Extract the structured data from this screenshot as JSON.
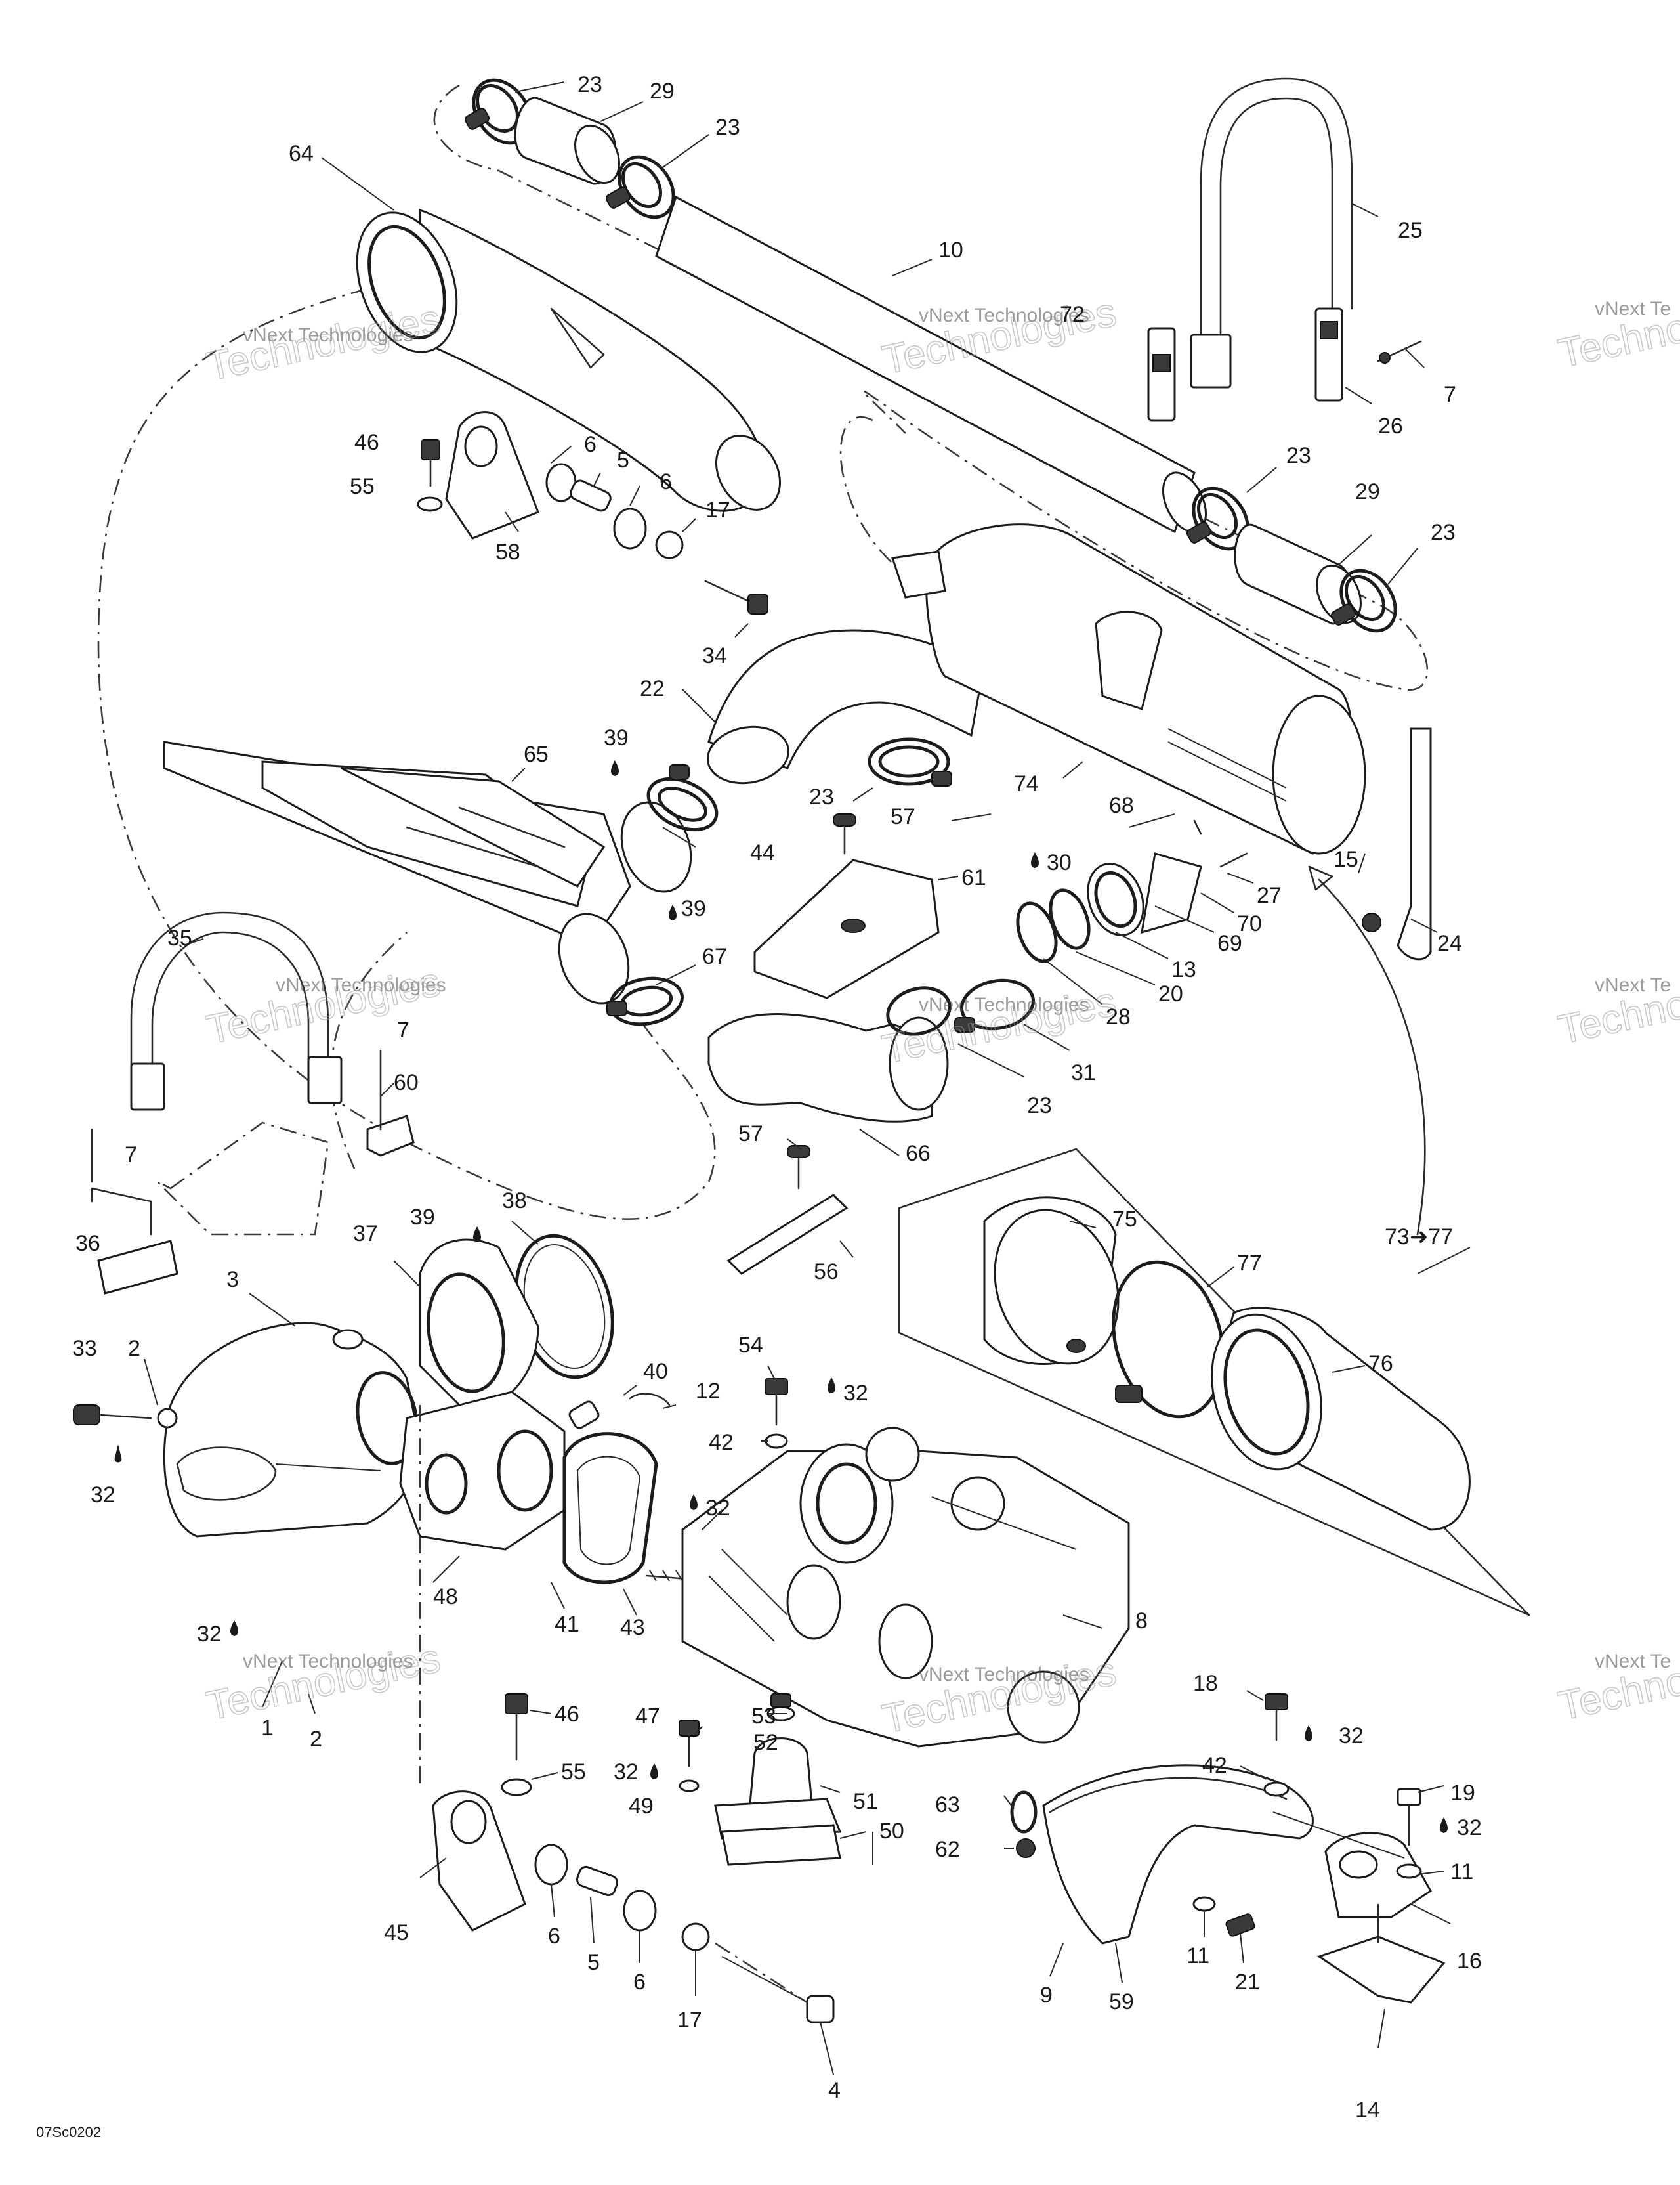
{
  "diagram": {
    "drawing_code": "07Sc0202",
    "group_label": "73➜77",
    "watermark": {
      "line1": "vNext Technologies",
      "line2": "Technologies",
      "partial": "vNext Te",
      "partial_big": "Techno"
    },
    "callouts": [
      {
        "id": "c23a",
        "text": "23"
      },
      {
        "id": "c29a",
        "text": "29"
      },
      {
        "id": "c23b",
        "text": "23"
      },
      {
        "id": "c64",
        "text": "64"
      },
      {
        "id": "c10",
        "text": "10"
      },
      {
        "id": "c25",
        "text": "25"
      },
      {
        "id": "c72",
        "text": "72"
      },
      {
        "id": "c26",
        "text": "26"
      },
      {
        "id": "c7a",
        "text": "7"
      },
      {
        "id": "c46a",
        "text": "46"
      },
      {
        "id": "c6a",
        "text": "6"
      },
      {
        "id": "c5a",
        "text": "5"
      },
      {
        "id": "c6b",
        "text": "6"
      },
      {
        "id": "c55a",
        "text": "55"
      },
      {
        "id": "c17a",
        "text": "17"
      },
      {
        "id": "c58",
        "text": "58"
      },
      {
        "id": "c34",
        "text": "34"
      },
      {
        "id": "c23c",
        "text": "23"
      },
      {
        "id": "c29b",
        "text": "29"
      },
      {
        "id": "c23d",
        "text": "23"
      },
      {
        "id": "c22",
        "text": "22"
      },
      {
        "id": "c65",
        "text": "65"
      },
      {
        "id": "c39a",
        "text": "39"
      },
      {
        "id": "c44",
        "text": "44"
      },
      {
        "id": "c23e",
        "text": "23"
      },
      {
        "id": "c57a",
        "text": "57"
      },
      {
        "id": "c74",
        "text": "74"
      },
      {
        "id": "c68",
        "text": "68"
      },
      {
        "id": "c30",
        "text": "30"
      },
      {
        "id": "c61",
        "text": "61"
      },
      {
        "id": "c15",
        "text": "15"
      },
      {
        "id": "c27",
        "text": "27"
      },
      {
        "id": "c24",
        "text": "24"
      },
      {
        "id": "c70",
        "text": "70"
      },
      {
        "id": "c69",
        "text": "69"
      },
      {
        "id": "c13",
        "text": "13"
      },
      {
        "id": "c20",
        "text": "20"
      },
      {
        "id": "c28",
        "text": "28"
      },
      {
        "id": "c31",
        "text": "31"
      },
      {
        "id": "c23f",
        "text": "23"
      },
      {
        "id": "c39b",
        "text": "39"
      },
      {
        "id": "c67",
        "text": "67"
      },
      {
        "id": "c35",
        "text": "35"
      },
      {
        "id": "c7b",
        "text": "7"
      },
      {
        "id": "c60",
        "text": "60"
      },
      {
        "id": "c7c",
        "text": "7"
      },
      {
        "id": "c66",
        "text": "66"
      },
      {
        "id": "c57b",
        "text": "57"
      },
      {
        "id": "c36",
        "text": "36"
      },
      {
        "id": "c56",
        "text": "56"
      },
      {
        "id": "c75",
        "text": "75"
      },
      {
        "id": "c77",
        "text": "77"
      },
      {
        "id": "c76",
        "text": "76"
      },
      {
        "id": "c37",
        "text": "37"
      },
      {
        "id": "c39c",
        "text": "39"
      },
      {
        "id": "c38",
        "text": "38"
      },
      {
        "id": "c3",
        "text": "3"
      },
      {
        "id": "c33",
        "text": "33"
      },
      {
        "id": "c2a",
        "text": "2"
      },
      {
        "id": "c32a",
        "text": "32"
      },
      {
        "id": "c40",
        "text": "40"
      },
      {
        "id": "c12",
        "text": "12"
      },
      {
        "id": "c54",
        "text": "54"
      },
      {
        "id": "c32b",
        "text": "32"
      },
      {
        "id": "c42a",
        "text": "42"
      },
      {
        "id": "c32c",
        "text": "32"
      },
      {
        "id": "c48",
        "text": "48"
      },
      {
        "id": "c41",
        "text": "41"
      },
      {
        "id": "c43",
        "text": "43"
      },
      {
        "id": "c8",
        "text": "8"
      },
      {
        "id": "c32d",
        "text": "32"
      },
      {
        "id": "c1",
        "text": "1"
      },
      {
        "id": "c2b",
        "text": "2"
      },
      {
        "id": "c46b",
        "text": "46"
      },
      {
        "id": "c55b",
        "text": "55"
      },
      {
        "id": "c47",
        "text": "47"
      },
      {
        "id": "c53",
        "text": "53"
      },
      {
        "id": "c52",
        "text": "52"
      },
      {
        "id": "c32e",
        "text": "32"
      },
      {
        "id": "c49",
        "text": "49"
      },
      {
        "id": "c51",
        "text": "51"
      },
      {
        "id": "c50",
        "text": "50"
      },
      {
        "id": "c18",
        "text": "18"
      },
      {
        "id": "c32f",
        "text": "32"
      },
      {
        "id": "c42b",
        "text": "42"
      },
      {
        "id": "c19",
        "text": "19"
      },
      {
        "id": "c32g",
        "text": "32"
      },
      {
        "id": "c63",
        "text": "63"
      },
      {
        "id": "c11a",
        "text": "11"
      },
      {
        "id": "c62",
        "text": "62"
      },
      {
        "id": "c16",
        "text": "16"
      },
      {
        "id": "c45",
        "text": "45"
      },
      {
        "id": "c6c",
        "text": "6"
      },
      {
        "id": "c5b",
        "text": "5"
      },
      {
        "id": "c6d",
        "text": "6"
      },
      {
        "id": "c17b",
        "text": "17"
      },
      {
        "id": "c11b",
        "text": "11"
      },
      {
        "id": "c21",
        "text": "21"
      },
      {
        "id": "c9",
        "text": "9"
      },
      {
        "id": "c59",
        "text": "59"
      },
      {
        "id": "c4",
        "text": "4"
      },
      {
        "id": "c14",
        "text": "14"
      }
    ]
  }
}
